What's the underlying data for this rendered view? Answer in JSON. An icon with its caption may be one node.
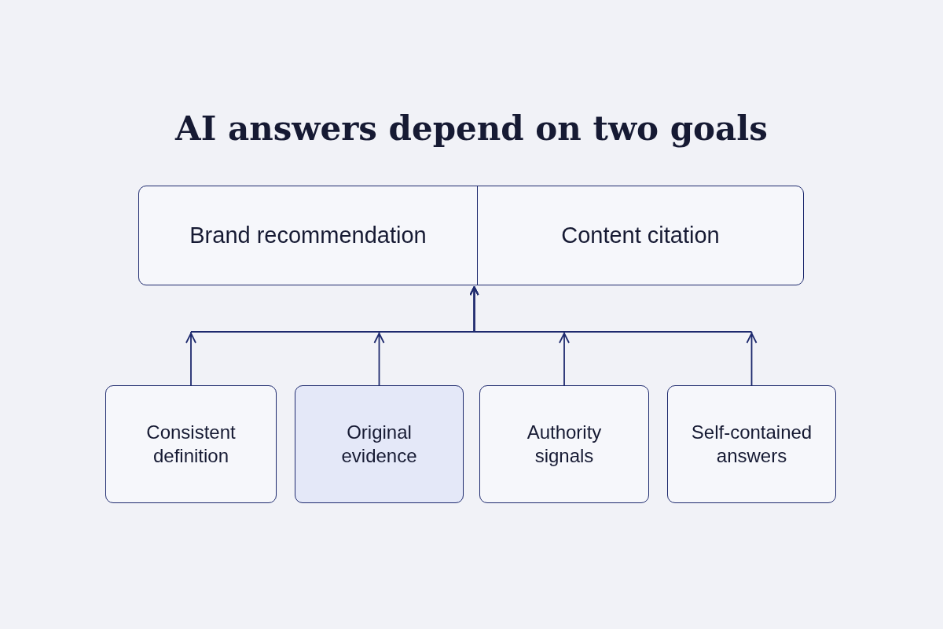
{
  "diagram": {
    "title": "AI answers depend on two goals",
    "nodes": [
      {
        "text": [],
        "shape": "box"
      },
      {
        "text": [
          "Brand recommendation"
        ],
        "in": 0
      },
      {
        "text": [
          "Content citation"
        ],
        "in": 0
      },
      {
        "text": [
          "Consistent definition"
        ]
      },
      {
        "text": [
          "Original evidence"
        ]
      },
      {
        "text": [
          "Authority signals"
        ]
      },
      {
        "text": [
          "Self-contained answers"
        ]
      }
    ],
    "edges": [
      {
        "from": 3,
        "to": 0,
        "arrow": "to"
      },
      {
        "from": 4,
        "to": 0,
        "arrow": "to"
      },
      {
        "from": 5,
        "to": 0,
        "arrow": "to"
      },
      {
        "from": 6,
        "to": 0,
        "arrow": "to"
      }
    ]
  }
}
